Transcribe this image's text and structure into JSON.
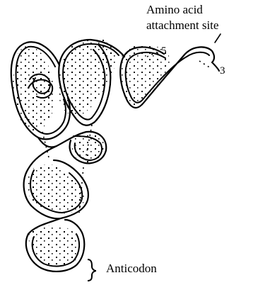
{
  "labels": {
    "attachment_line1": "Amino acid",
    "attachment_line2": "attachment site",
    "end_5": "5",
    "end_3": "3",
    "anticodon": "Anticodon"
  },
  "colors": {
    "ink": "#000000",
    "background": "#ffffff"
  },
  "icons": {
    "anticodon_brace": "right-curly-brace"
  }
}
